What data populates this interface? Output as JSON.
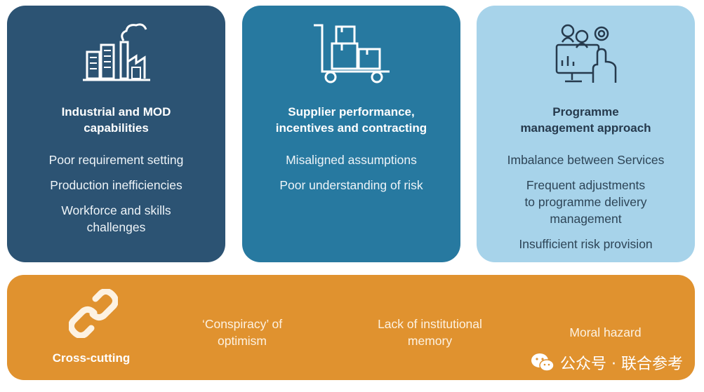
{
  "cards": [
    {
      "icon": "factory-icon",
      "title_line1": "Industrial and MOD",
      "title_line2": "capabilities",
      "issues": [
        {
          "line1": "Poor requirement setting",
          "line2": ""
        },
        {
          "line1": "Production inefficiencies",
          "line2": ""
        },
        {
          "line1": "Workforce and skills",
          "line2": "challenges"
        }
      ],
      "color": "#2c5373"
    },
    {
      "icon": "warehouse-trolley-icon",
      "title_line1": "Supplier performance,",
      "title_line2": "incentives and contracting",
      "issues": [
        {
          "line1": "Misaligned assumptions",
          "line2": ""
        },
        {
          "line1": "Poor understanding of risk",
          "line2": ""
        }
      ],
      "color": "#2779a0"
    },
    {
      "icon": "programme-management-icon",
      "title_line1": "Programme",
      "title_line2": "management approach",
      "issues": [
        {
          "line1": "Imbalance between Services",
          "line2": ""
        },
        {
          "line1": "Frequent adjustments",
          "line2": "to programme delivery",
          "line3": "management"
        },
        {
          "line1": "Insufficient risk provision",
          "line2": ""
        }
      ],
      "color": "#a7d3ea"
    }
  ],
  "cross_cutting": {
    "icon": "chain-link-icon",
    "title": "Cross-cutting",
    "items": [
      {
        "line1": "‘Conspiracy’ of",
        "line2": "optimism"
      },
      {
        "line1": "Lack of institutional",
        "line2": "memory"
      },
      {
        "line1": "Moral hazard",
        "line2": ""
      }
    ],
    "color": "#e0922f"
  },
  "watermark": {
    "icon": "wechat-icon",
    "text": "公众号 · 联合参考"
  }
}
